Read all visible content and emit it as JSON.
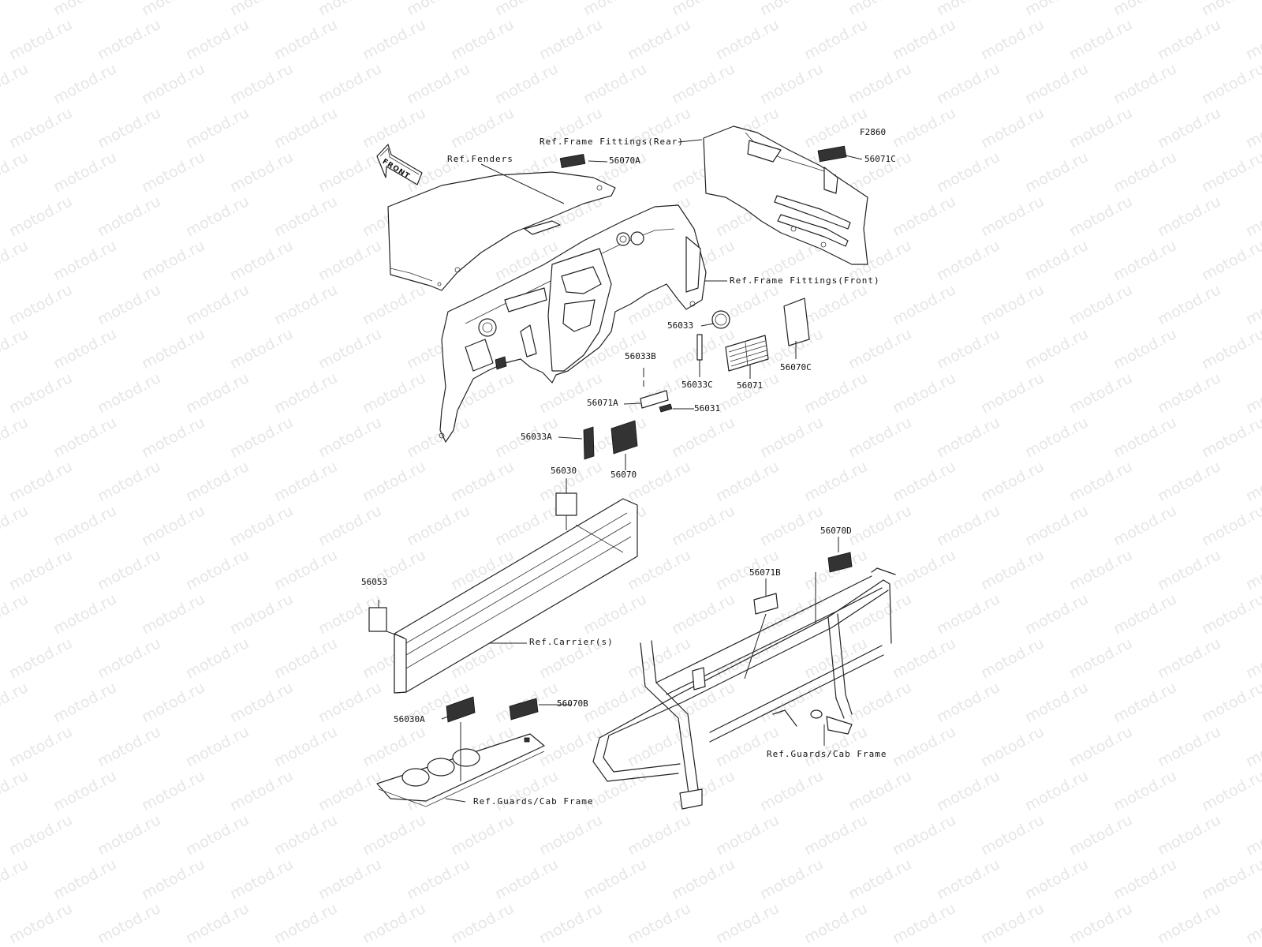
{
  "watermark": {
    "text": "motod.ru"
  },
  "figure": {
    "code": "F2860",
    "front_arrow": "FRONT"
  },
  "refs": {
    "fenders": "Ref.Fenders",
    "frame_fittings_rear": "Ref.Frame Fittings(Rear)",
    "frame_fittings_front": "Ref.Frame Fittings(Front)",
    "carriers": "Ref.Carrier(s)",
    "guards_cab_frame_right": "Ref.Guards/Cab Frame",
    "guards_cab_frame_bottom": "Ref.Guards/Cab Frame"
  },
  "parts": {
    "p56070A": "56070A",
    "p56071C": "56071C",
    "p56033": "56033",
    "p56033B": "56033B",
    "p56033C": "56033C",
    "p56071": "56071",
    "p56070C": "56070C",
    "p56071A": "56071A",
    "p56031": "56031",
    "p56033A": "56033A",
    "p56070": "56070",
    "p56030": "56030",
    "p56053": "56053",
    "p56070D": "56070D",
    "p56071B": "56071B",
    "p56030A": "56030A",
    "p56070B": "56070B"
  }
}
